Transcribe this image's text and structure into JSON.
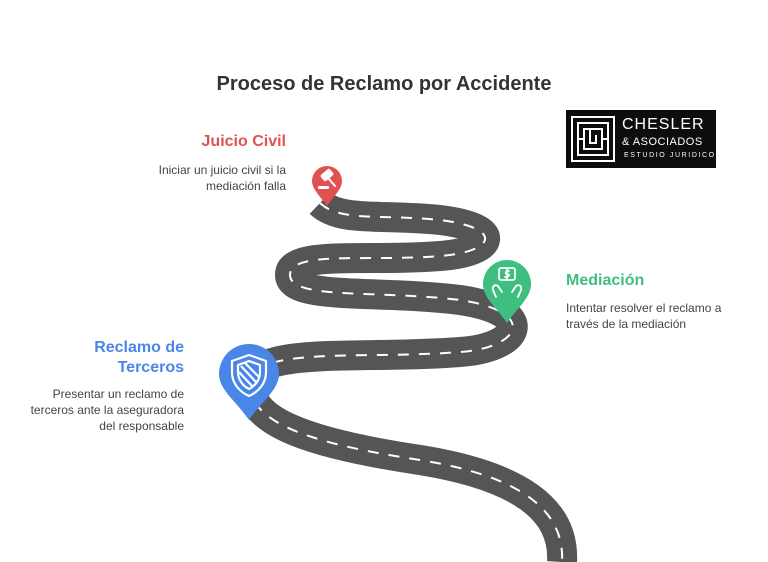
{
  "title": "Proceso de Reclamo por Accidente",
  "colors": {
    "road": "#555555",
    "road_dash": "#ffffff",
    "juicio": "#e05252",
    "mediacion": "#3fbf7f",
    "terceros": "#4a86e8"
  },
  "steps": [
    {
      "heading": "Juicio Civil",
      "description": "Iniciar un juicio civil si la mediación falla",
      "icon": "gavel-icon"
    },
    {
      "heading": "Mediación",
      "description": "Intentar resolver el reclamo a través de la mediación",
      "icon": "money-exchange-icon"
    },
    {
      "heading": "Reclamo de Terceros",
      "description": "Presentar un reclamo de terceros  ante la aseguradora del responsable",
      "icon": "shield-icon"
    }
  ],
  "logo": {
    "line1": "CHESLER",
    "line2": "& ASOCIADOS",
    "line3": "ESTUDIO JURIDICO"
  }
}
